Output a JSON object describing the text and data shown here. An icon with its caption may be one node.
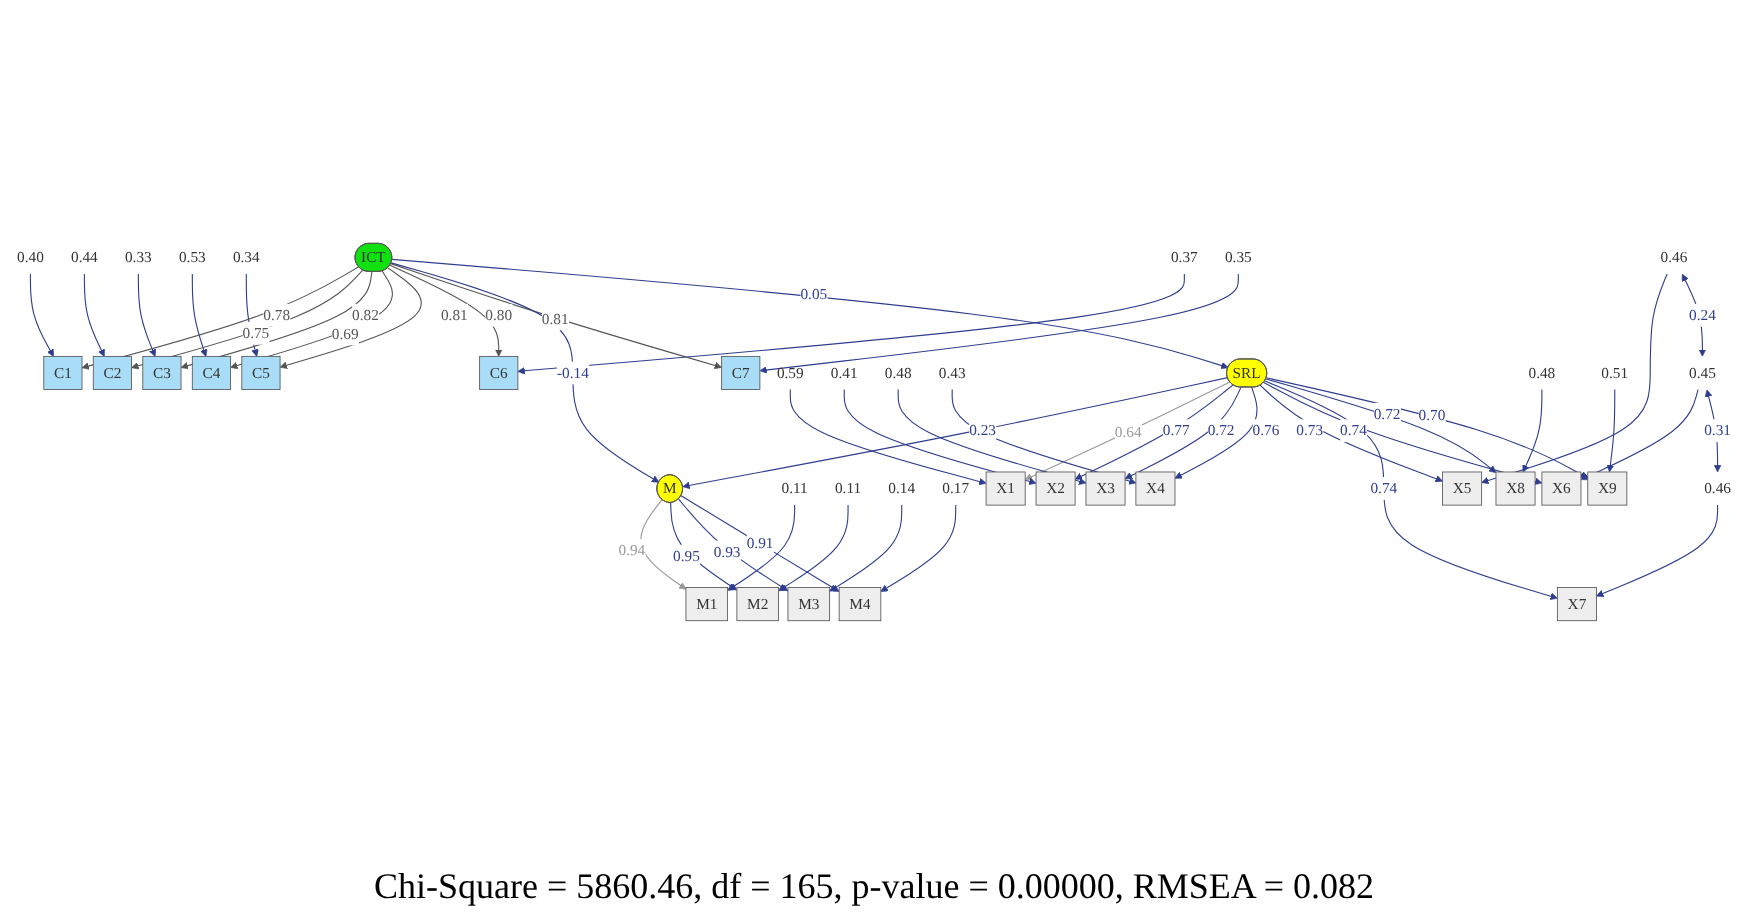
{
  "diagram": {
    "caption": "Chi-Square = 5860.46, df = 165, p-value = 0.00000, RMSEA = 0.082",
    "nodes": [
      {
        "text": [
          "0.40"
        ]
      },
      {
        "text": [
          "C1"
        ]
      },
      {
        "text": [
          "0.44"
        ]
      },
      {
        "text": [
          "C2"
        ]
      },
      {
        "text": [
          "0.33"
        ]
      },
      {
        "text": [
          "C3"
        ]
      },
      {
        "text": [
          "0.53"
        ]
      },
      {
        "text": [
          "C4"
        ]
      },
      {
        "text": [
          "0.34"
        ]
      },
      {
        "text": [
          "C5"
        ]
      },
      {
        "text": [
          "0.37"
        ]
      },
      {
        "text": [
          "C6"
        ]
      },
      {
        "text": [
          "0.35"
        ]
      },
      {
        "text": [
          "C7"
        ]
      },
      {
        "text": [
          "ICT"
        ]
      },
      {
        "text": [
          "M"
        ]
      },
      {
        "text": [
          "SRL"
        ]
      },
      {
        "text": [
          "M1"
        ]
      },
      {
        "text": [
          "0.11"
        ]
      },
      {
        "text": [
          "M2"
        ]
      },
      {
        "text": [
          "0.11"
        ]
      },
      {
        "text": [
          "M3"
        ]
      },
      {
        "text": [
          "0.14"
        ]
      },
      {
        "text": [
          "M4"
        ]
      },
      {
        "text": [
          "0.17"
        ]
      },
      {
        "text": [
          "X1"
        ]
      },
      {
        "text": [
          "0.59"
        ]
      },
      {
        "text": [
          "X2"
        ]
      },
      {
        "text": [
          "0.41"
        ]
      },
      {
        "text": [
          "X3"
        ]
      },
      {
        "text": [
          "0.48"
        ]
      },
      {
        "text": [
          "X4"
        ]
      },
      {
        "text": [
          "0.43"
        ]
      },
      {
        "text": [
          "X5"
        ]
      },
      {
        "text": [
          "0.46"
        ]
      },
      {
        "text": [
          "X6"
        ]
      },
      {
        "text": [
          "0.45"
        ]
      },
      {
        "text": [
          "X7"
        ]
      },
      {
        "text": [
          "0.46"
        ]
      },
      {
        "text": [
          "X8"
        ]
      },
      {
        "text": [
          "0.48"
        ]
      },
      {
        "text": [
          "X9"
        ]
      },
      {
        "text": [
          "0.51"
        ]
      }
    ],
    "edges": [
      {
        "from": 0,
        "to": 1,
        "arrow": "to"
      },
      {
        "from": 2,
        "to": 3,
        "arrow": "to"
      },
      {
        "from": 4,
        "to": 5,
        "arrow": "to"
      },
      {
        "from": 6,
        "to": 7,
        "arrow": "to"
      },
      {
        "from": 8,
        "to": 9,
        "arrow": "to"
      },
      {
        "from": 10,
        "to": 11,
        "arrow": "to"
      },
      {
        "from": 12,
        "to": 13,
        "arrow": "to"
      },
      {
        "from": 14,
        "to": 1,
        "arrow": "to",
        "label": "0.78",
        "color": "#555555"
      },
      {
        "from": 14,
        "to": 3,
        "arrow": "to",
        "label": "0.75",
        "color": "#555555"
      },
      {
        "from": 14,
        "to": 5,
        "arrow": "to",
        "label": "0.82",
        "color": "#555555"
      },
      {
        "from": 14,
        "to": 7,
        "arrow": "to",
        "label": "0.69",
        "color": "#555555"
      },
      {
        "from": 14,
        "to": 9,
        "arrow": "to",
        "label": "0.81",
        "color": "#555555"
      },
      {
        "from": 14,
        "to": 11,
        "arrow": "to",
        "label": "0.80",
        "color": "#555555"
      },
      {
        "from": 14,
        "to": 13,
        "arrow": "to",
        "label": "0.81",
        "color": "#555555"
      },
      {
        "from": 14,
        "to": 15,
        "arrow": "to",
        "label": "-0.14"
      },
      {
        "from": 14,
        "to": 16,
        "arrow": "to",
        "label": "0.05"
      },
      {
        "from": 16,
        "to": 15,
        "arrow": "to",
        "label": "0.23"
      },
      {
        "from": 15,
        "to": 17,
        "arrow": "to",
        "label": "0.94",
        "color": "#999999"
      },
      {
        "from": 15,
        "to": 19,
        "arrow": "to",
        "label": "0.95"
      },
      {
        "from": 15,
        "to": 21,
        "arrow": "to",
        "label": "0.93"
      },
      {
        "from": 15,
        "to": 23,
        "arrow": "to",
        "label": "0.91"
      },
      {
        "from": 16,
        "to": 25,
        "arrow": "to",
        "label": "0.64",
        "color": "#999999"
      },
      {
        "from": 16,
        "to": 27,
        "arrow": "to",
        "label": "0.77"
      },
      {
        "from": 16,
        "to": 29,
        "arrow": "to",
        "label": "0.72"
      },
      {
        "from": 16,
        "to": 31,
        "arrow": "to",
        "label": "0.76"
      },
      {
        "from": 16,
        "to": 33,
        "arrow": "to",
        "label": "0.73"
      },
      {
        "from": 16,
        "to": 35,
        "arrow": "to",
        "label": "0.74"
      },
      {
        "from": 16,
        "to": 37,
        "arrow": "to",
        "label": "0.74"
      },
      {
        "from": 16,
        "to": 39,
        "arrow": "to",
        "label": "0.72"
      },
      {
        "from": 16,
        "to": 41,
        "arrow": "to",
        "label": "0.70"
      },
      {
        "from": 18,
        "to": 17,
        "arrow": "to"
      },
      {
        "from": 20,
        "to": 19,
        "arrow": "to"
      },
      {
        "from": 22,
        "to": 21,
        "arrow": "to"
      },
      {
        "from": 24,
        "to": 23,
        "arrow": "to"
      },
      {
        "from": 26,
        "to": 25,
        "arrow": "to"
      },
      {
        "from": 28,
        "to": 27,
        "arrow": "to"
      },
      {
        "from": 30,
        "to": 29,
        "arrow": "to"
      },
      {
        "from": 32,
        "to": 31,
        "arrow": "to"
      },
      {
        "from": 34,
        "to": 33,
        "arrow": "to"
      },
      {
        "from": 36,
        "to": 35,
        "arrow": "to"
      },
      {
        "from": 38,
        "to": 37,
        "arrow": "to"
      },
      {
        "from": 40,
        "to": 39,
        "arrow": "to"
      },
      {
        "from": 42,
        "to": 41,
        "arrow": "to"
      },
      {
        "from": 34,
        "to": 36,
        "arrow": "both",
        "label": "0.24"
      },
      {
        "from": 36,
        "to": 38,
        "arrow": "both",
        "label": "0.31"
      }
    ]
  }
}
